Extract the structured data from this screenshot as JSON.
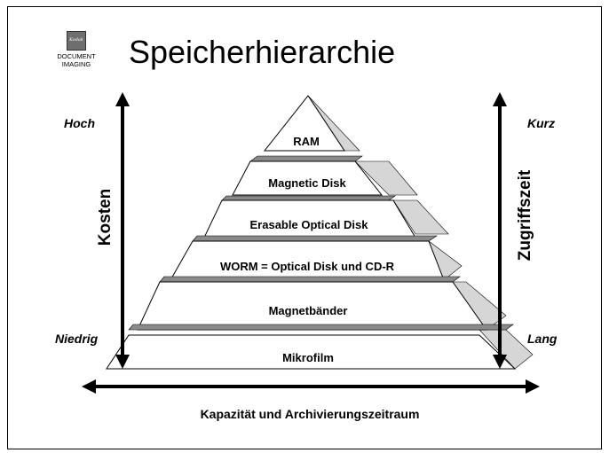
{
  "slide": {
    "title": "Speicherhierarchie",
    "logo_line1": "DOCUMENT",
    "logo_line2": "IMAGING",
    "logo_brand": "Kodak"
  },
  "pyramid": {
    "tiers": [
      "RAM",
      "Magnetic Disk",
      "Erasable Optical Disk",
      "WORM = Optical Disk und CD-R",
      "Magnetbänder",
      "Mikrofilm"
    ]
  },
  "axes": {
    "left_title": "Kosten",
    "left_top": "Hoch",
    "left_bottom": "Niedrig",
    "right_title": "Zugriffszeit",
    "right_top": "Kurz",
    "right_bottom": "Lang",
    "bottom_title": "Kapazität und Archivierungszeitraum"
  },
  "colors": {
    "tier_fill": "#ffffff",
    "top_face": "#8a8a8a",
    "side_face": "#d6d6d6",
    "line": "#000000"
  }
}
